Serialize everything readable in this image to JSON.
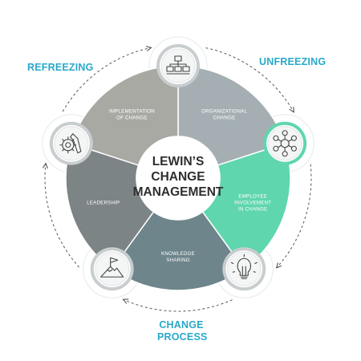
{
  "center": {
    "line1": "LEWIN’S",
    "line2": "CHANGE",
    "line3": "MANAGEMENT"
  },
  "stages": {
    "refreezing": "REFREEZING",
    "unfreezing": "UNFREEZING",
    "change_process_line1": "CHANGE",
    "change_process_line2": "PROCESS"
  },
  "segments": [
    {
      "line1": "ORGANIZATIONAL",
      "line2": "CHANGE",
      "color": "#a5afb3",
      "icon": "hierarchy-icon"
    },
    {
      "line1": "EMPLOYEE",
      "line2": "INVOLVEMENT",
      "line3": "IN CHANGE",
      "color": "#5fd6ae",
      "icon": "network-icon"
    },
    {
      "line1": "KNOWLEDGE",
      "line2": "SHARING",
      "color": "#6d858b",
      "icon": "lightbulb-icon"
    },
    {
      "line1": "LEADERSHIP",
      "color": "#7c8486",
      "icon": "mountain-flag-icon"
    },
    {
      "line1": "IMPLEMENTATION",
      "line2": "OF CHANGE",
      "color": "#a9a9a4",
      "icon": "gear-wrench-icon"
    }
  ],
  "colors": {
    "accent": "#29a9c9",
    "center_text": "#2e2e2e"
  }
}
